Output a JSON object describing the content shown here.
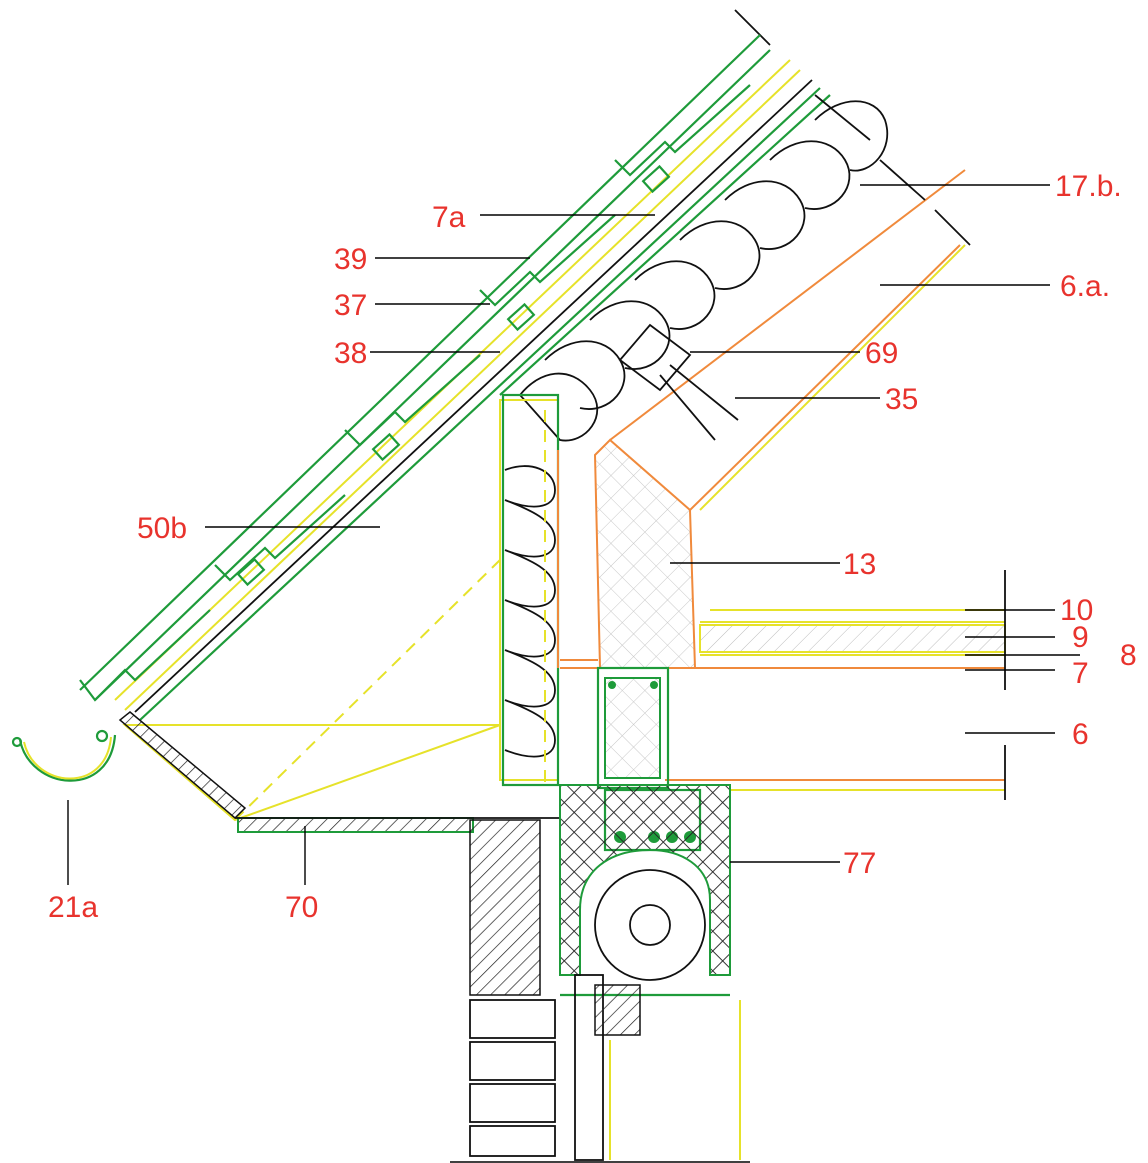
{
  "labels": {
    "l17b": "17.b.",
    "l7a": "7a",
    "l39": "39",
    "l6a": "6.a.",
    "l37": "37",
    "l38": "38",
    "l69": "69",
    "l35": "35",
    "l50b": "50b",
    "l13": "13",
    "l10": "10",
    "l9": "9",
    "l8": "8",
    "l7": "7",
    "l6": "6",
    "l77": "77",
    "l21a": "21a",
    "l70": "70"
  },
  "colors": {
    "label": "#e8332d",
    "green": "#1e9b3a",
    "yellow": "#e6e22a",
    "orange": "#f08a3c",
    "leader": "#000000"
  }
}
